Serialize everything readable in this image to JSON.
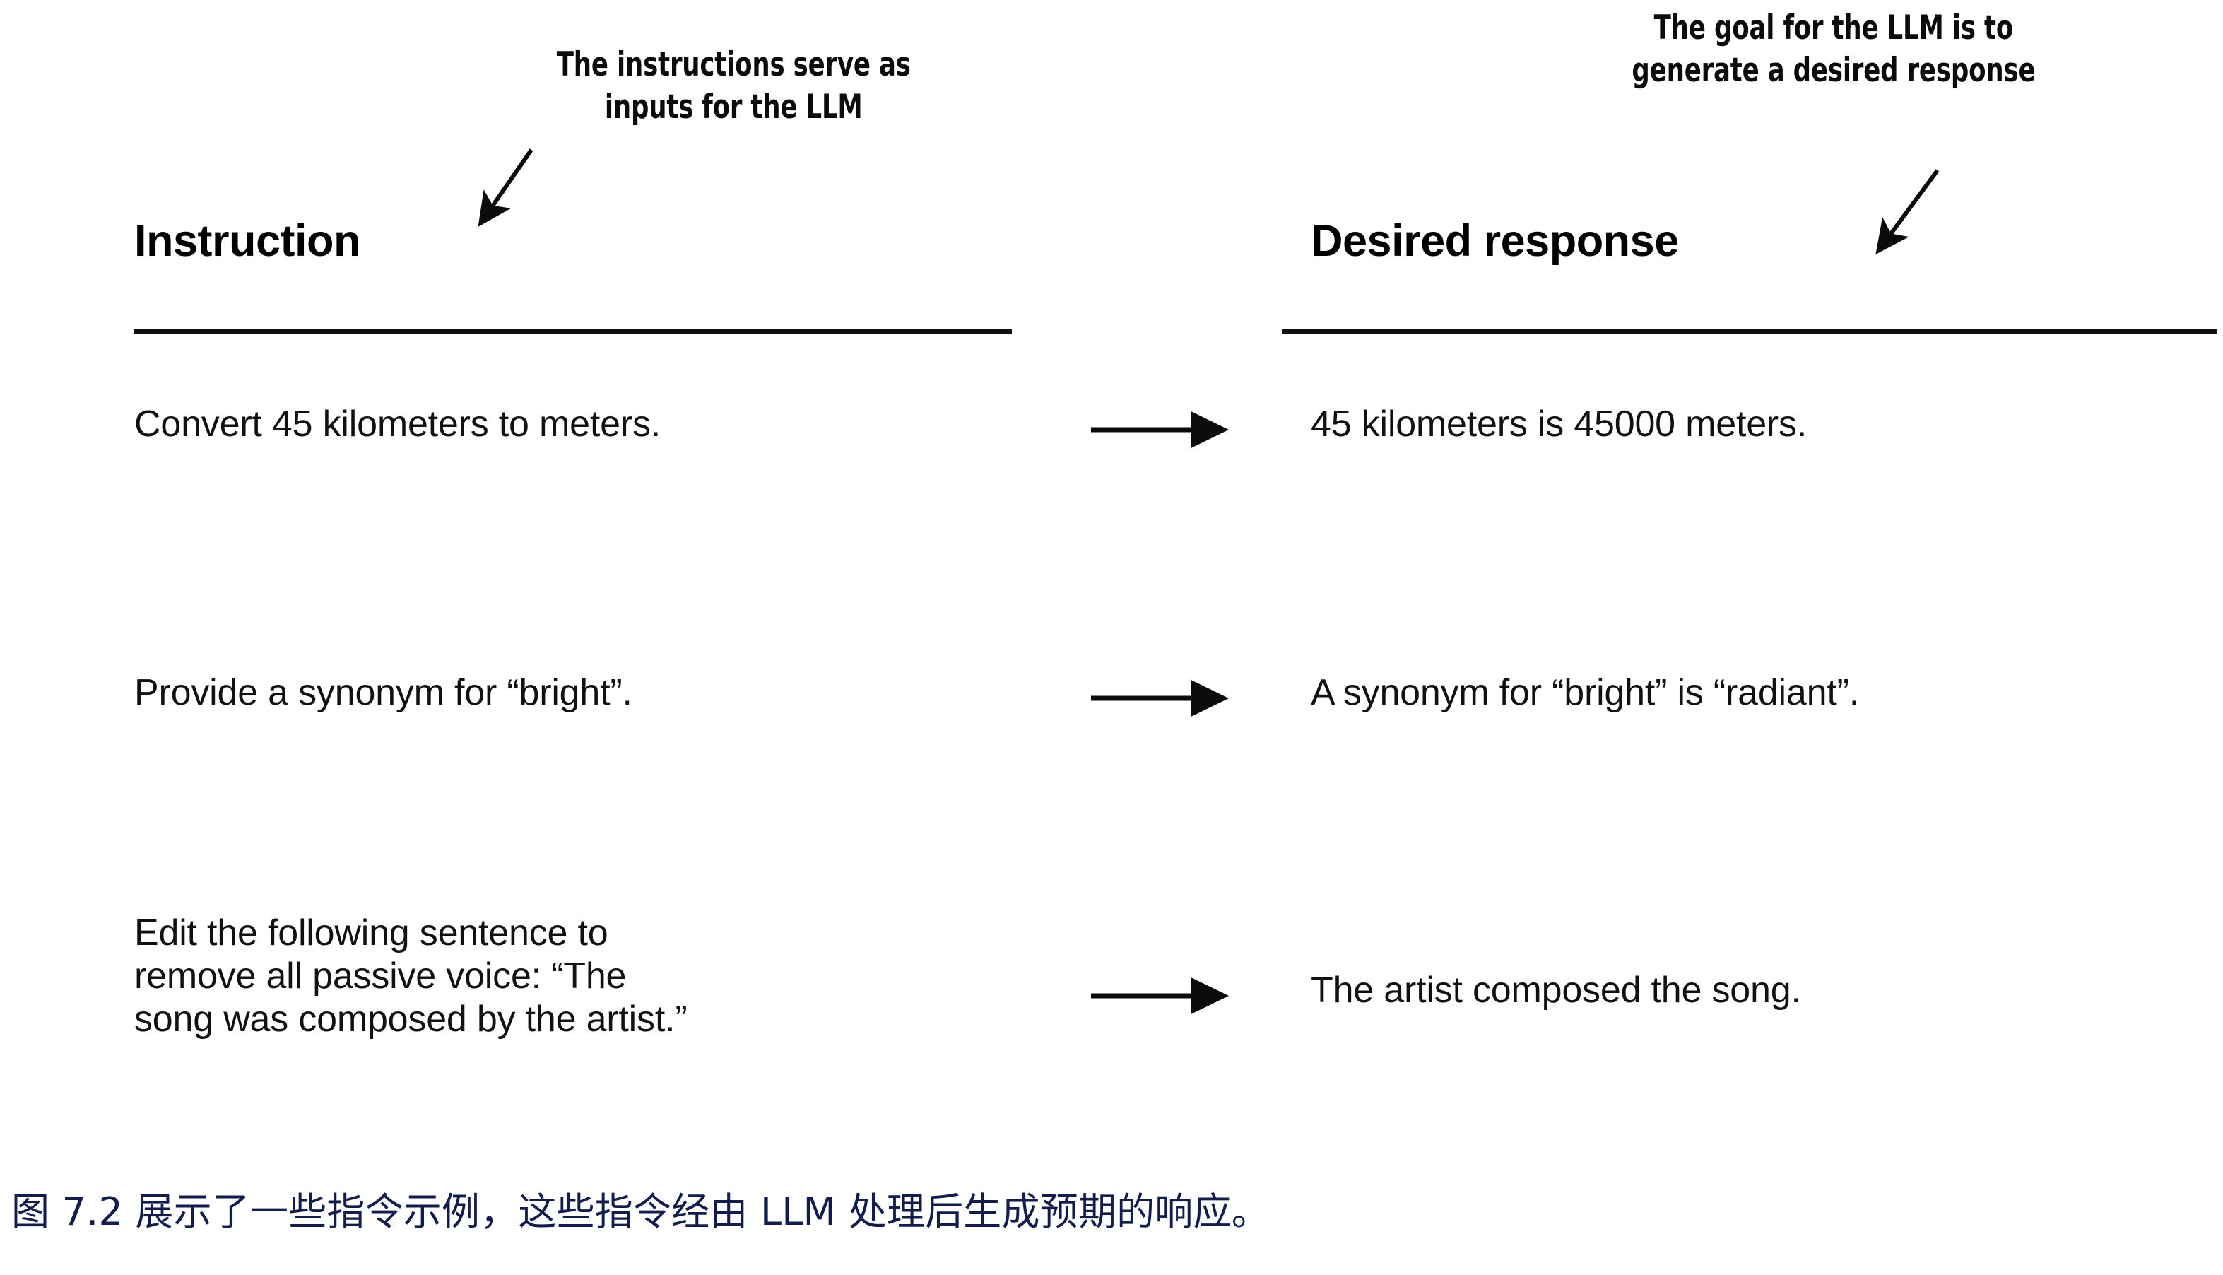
{
  "figure": {
    "background_color": "#ffffff",
    "text_color": "#111111",
    "caption_color": "#131c4e"
  },
  "annotations": {
    "left": {
      "line1": "The instructions serve as",
      "line2": "inputs for the LLM"
    },
    "right": {
      "line1": "The goal for the LLM is to",
      "line2": "generate a desired response"
    }
  },
  "columns": {
    "instruction_header": "Instruction",
    "response_header": "Desired response"
  },
  "rows": [
    {
      "instruction": "Convert 45 kilometers to meters.",
      "response": "45 kilometers is 45000 meters."
    },
    {
      "instruction": "Provide a synonym for “bright”.",
      "response": "A synonym for “bright” is “radiant”."
    },
    {
      "instruction": "Edit the following sentence to\nremove all passive voice: “The\nsong was composed by the artist.”",
      "response": "The artist composed the song."
    }
  ],
  "caption": "图 7.2 展示了一些指令示例，这些指令经由 LLM 处理后生成预期的响应。"
}
